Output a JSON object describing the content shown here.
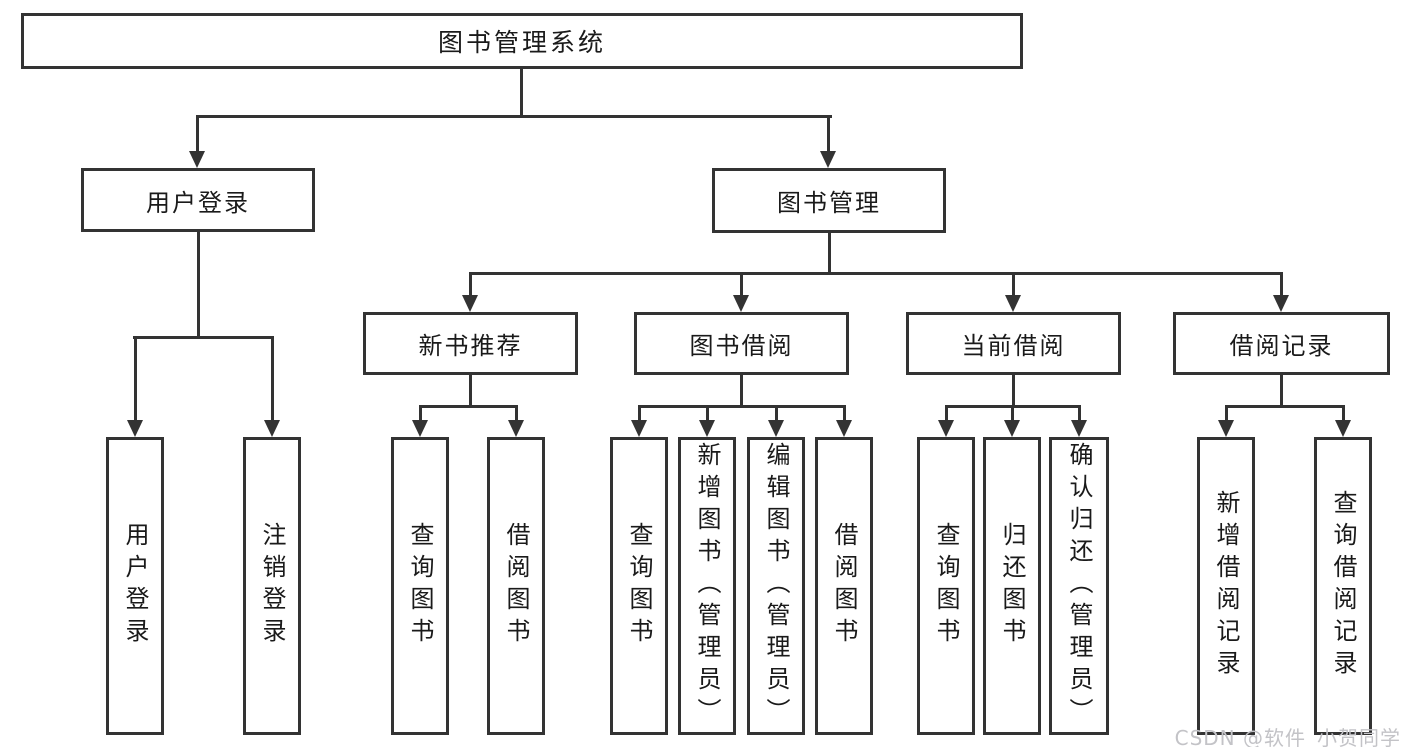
{
  "diagram": {
    "root": {
      "label": "图书管理系统"
    },
    "branches": [
      {
        "label": "用户登录",
        "children": [
          {
            "label": "用户登录"
          },
          {
            "label": "注销登录"
          }
        ]
      },
      {
        "label": "图书管理",
        "children": [
          {
            "label": "新书推荐",
            "children": [
              {
                "label": "查询图书"
              },
              {
                "label": "借阅图书"
              }
            ]
          },
          {
            "label": "图书借阅",
            "children": [
              {
                "label": "查询图书"
              },
              {
                "label": "新增图书（管理员）"
              },
              {
                "label": "编辑图书（管理员）"
              },
              {
                "label": "借阅图书"
              }
            ]
          },
          {
            "label": "当前借阅",
            "children": [
              {
                "label": "查询图书"
              },
              {
                "label": "归还图书"
              },
              {
                "label": "确认归还（管理员）"
              }
            ]
          },
          {
            "label": "借阅记录",
            "children": [
              {
                "label": "新增借阅记录"
              },
              {
                "label": "查询借阅记录"
              }
            ]
          }
        ]
      }
    ]
  },
  "watermark": {
    "text": "CSDN @软件_小贺同学"
  },
  "colors": {
    "line": "#333333",
    "text": "#1a1a1a",
    "background": "#ffffff",
    "watermark": "#c3c3c7"
  }
}
